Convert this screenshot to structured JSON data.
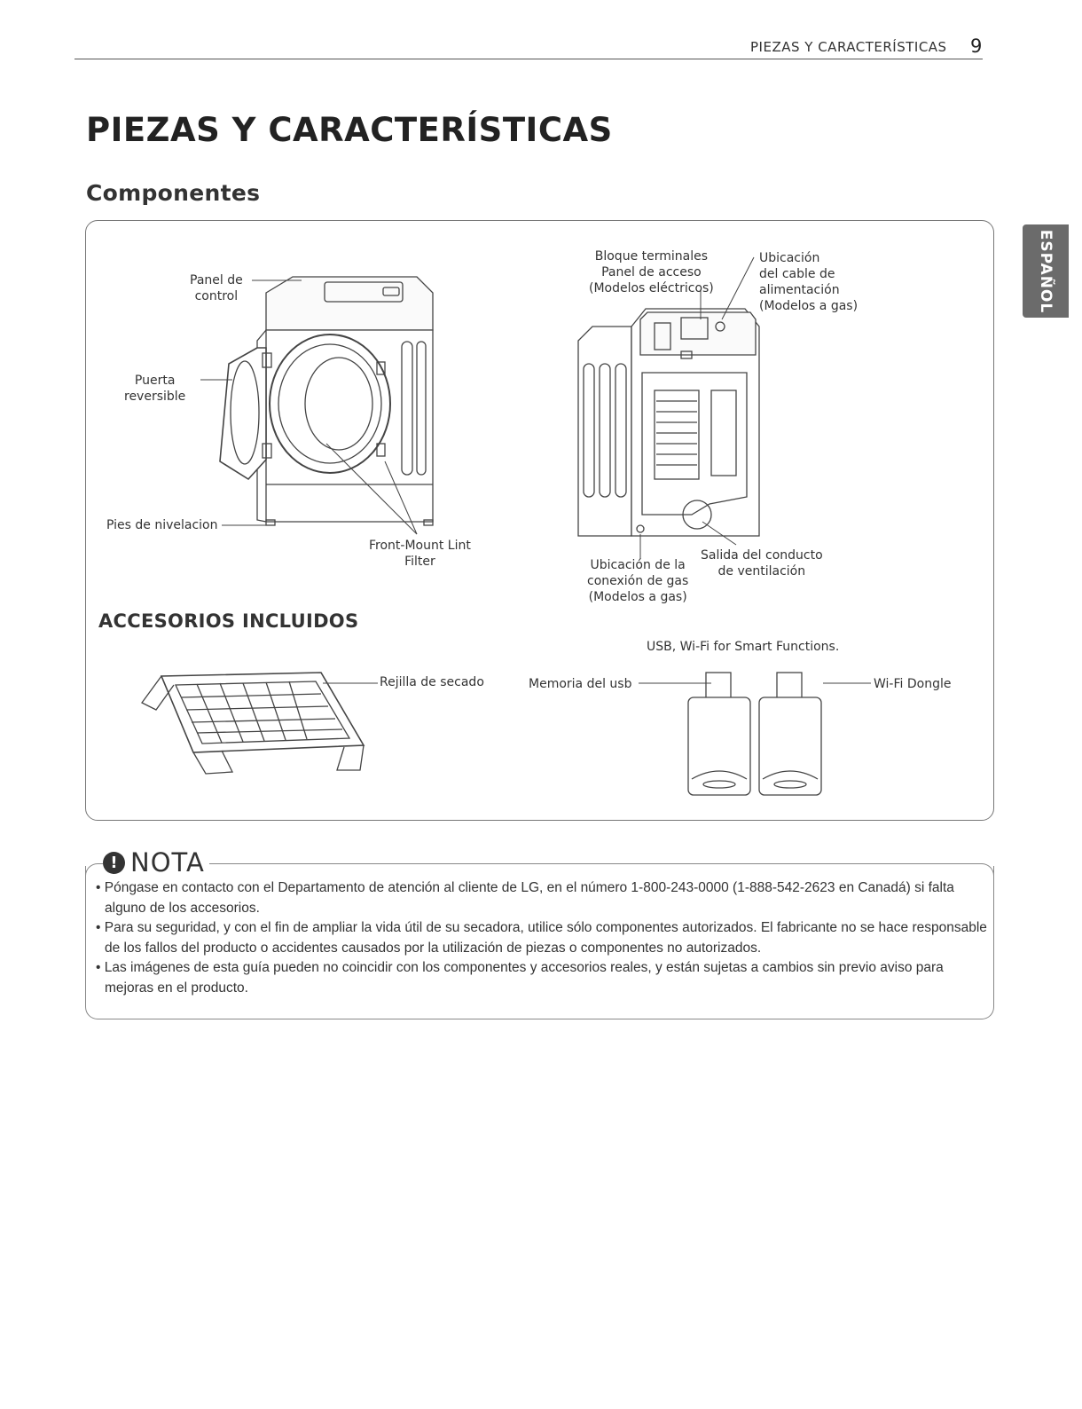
{
  "header": {
    "running_head": "PIEZAS Y CARACTERÍSTICAS",
    "page_number": "9"
  },
  "side_tab": "ESPAÑOL",
  "page_title": "PIEZAS Y CARACTERÍSTICAS",
  "section_title": "Componentes",
  "front_diagram": {
    "labels": {
      "panel": "Panel de\ncontrol",
      "puerta": "Puerta\nreversible",
      "pies": "Pies de nivelacion",
      "lint": "Front-Mount Lint\nFilter"
    }
  },
  "rear_diagram": {
    "labels": {
      "bloque": "Bloque terminales\nPanel de acceso\n(Modelos eléctricos)",
      "ubicacion_cable": "Ubicación\ndel cable de\nalimentación\n(Modelos a gas)",
      "gas": "Ubicación de la\nconexión de gas\n(Modelos a gas)",
      "conducto": "Salida del conducto\nde ventilación"
    }
  },
  "accessories": {
    "title": "ACCESORIOS INCLUIDOS",
    "rack_label": "Rejilla de secado",
    "usb_caption": "USB, Wi-Fi for Smart Functions.",
    "usb_label": "Memoria del usb",
    "dongle_label": "Wi-Fi Dongle"
  },
  "note": {
    "icon": "!",
    "title": "NOTA",
    "items": [
      "Póngase en contacto con el Departamento de atención al cliente de LG, en el número 1-800-243-0000 (1-888-542-2623 en Canadá) si falta alguno de los accesorios.",
      "Para su seguridad, y con el fin de ampliar la vida útil de su secadora, utilice sólo componentes autorizados. El fabricante no se hace responsable de los fallos del producto o accidentes causados por la utilización de piezas o componentes no autorizados.",
      "Las imágenes de esta guía pueden no coincidir con los componentes y accesorios reales, y están sujetas a cambios sin previo aviso para mejoras en el producto."
    ]
  }
}
